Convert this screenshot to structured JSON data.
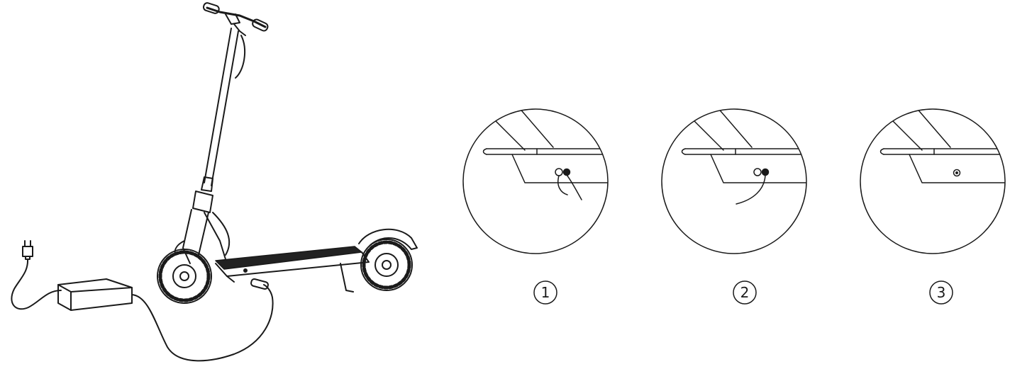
{
  "figure": {
    "steps": [
      {
        "label": "1",
        "state": "cap-open-plug-inserting"
      },
      {
        "label": "2",
        "state": "cap-open-plug-inserted"
      },
      {
        "label": "3",
        "state": "cap-closed"
      }
    ],
    "colors": {
      "ink": "#1a1a1a",
      "background": "#ffffff",
      "deck_grip": "#222222"
    }
  }
}
